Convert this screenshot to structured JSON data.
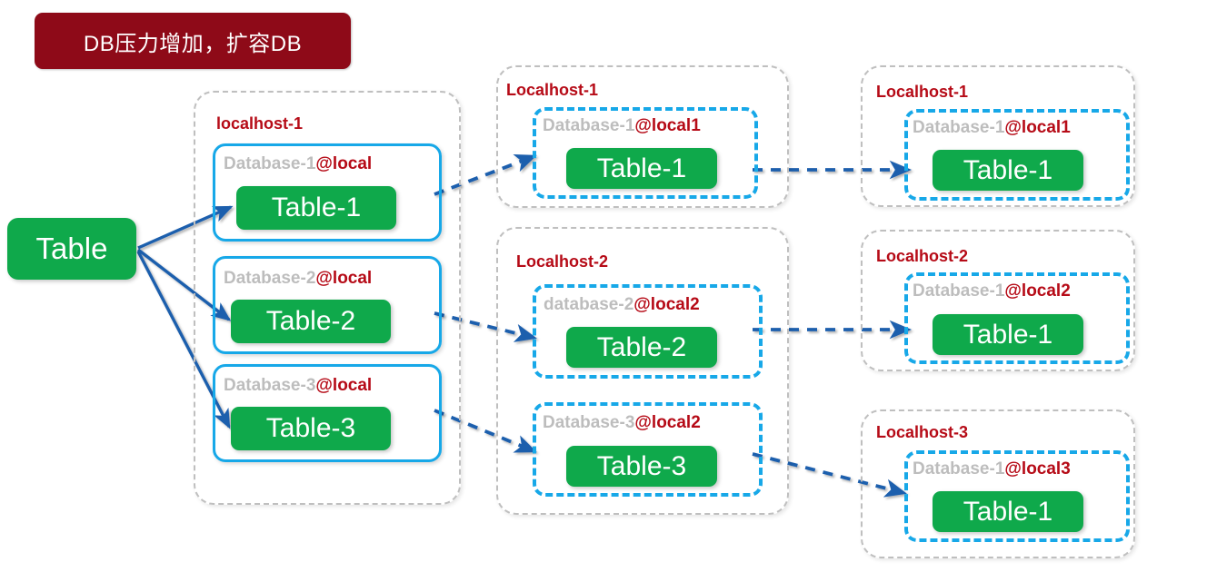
{
  "banner": {
    "text": "DB压力增加，扩容DB",
    "color": "#8E0A18"
  },
  "root": {
    "label": "Table",
    "color": "#0FA94B"
  },
  "colors": {
    "green": "#0FA94B",
    "blue_solid": "#17A8E8",
    "blue_dashed": "#17A8E8",
    "arrow_blue": "#1F5FAD",
    "host_label_red": "#B60B17",
    "db_label_gray": "#BDBDBD",
    "container_gray": "#BFBFBF"
  },
  "columns": [
    {
      "id": "stage-1",
      "hosts": [
        {
          "label": "localhost-1",
          "databases": [
            {
              "name": "Database-1",
              "at": "@local",
              "table": "Table-1"
            },
            {
              "name": "Database-2",
              "at": "@local",
              "table": "Table-2"
            },
            {
              "name": "Database-3",
              "at": "@local",
              "table": "Table-3"
            }
          ]
        }
      ]
    },
    {
      "id": "stage-2",
      "hosts": [
        {
          "label": "Localhost-1",
          "databases": [
            {
              "name": "Database-1",
              "at": "@local1",
              "table": "Table-1"
            }
          ]
        },
        {
          "label": "Localhost-2",
          "databases": [
            {
              "name": "database-2",
              "at": "@local2",
              "table": "Table-2"
            },
            {
              "name": "Database-3",
              "at": "@local2",
              "table": "Table-3"
            }
          ]
        }
      ]
    },
    {
      "id": "stage-3",
      "hosts": [
        {
          "label": "Localhost-1",
          "databases": [
            {
              "name": "Database-1",
              "at": "@local1",
              "table": "Table-1"
            }
          ]
        },
        {
          "label": "Localhost-2",
          "databases": [
            {
              "name": "Database-1",
              "at": "@local2",
              "table": "Table-1"
            }
          ]
        },
        {
          "label": "Localhost-3",
          "databases": [
            {
              "name": "Database-1",
              "at": "@local3",
              "table": "Table-1"
            }
          ]
        }
      ]
    }
  ]
}
